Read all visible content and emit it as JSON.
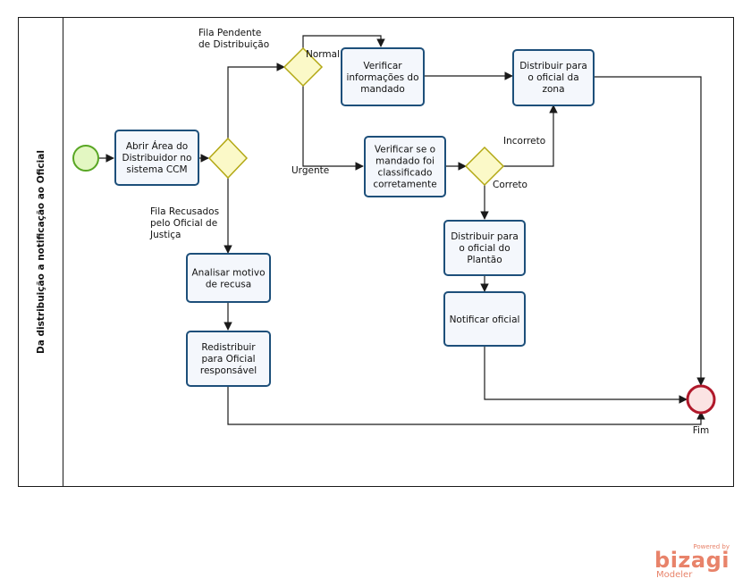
{
  "pool": {
    "title": "Da distribuição a notificação ao Oficial"
  },
  "tasks": [
    {
      "id": "abrir",
      "lines": [
        "Abrir Área do",
        "Distribuidor no",
        "sistema CCM"
      ]
    },
    {
      "id": "analisar",
      "lines": [
        "Analisar motivo",
        "de recusa"
      ]
    },
    {
      "id": "redistribuir",
      "lines": [
        "Redistribuir",
        "para Oficial",
        "responsável"
      ]
    },
    {
      "id": "verificar-info",
      "lines": [
        "Verificar",
        "informações do",
        "mandado"
      ]
    },
    {
      "id": "distribuir-zona",
      "lines": [
        "Distribuir para",
        "o oficial da",
        "zona"
      ]
    },
    {
      "id": "verificar-class",
      "lines": [
        "Verificar se o",
        "mandado foi",
        "classificado",
        "corretamente"
      ]
    },
    {
      "id": "distribuir-plantao",
      "lines": [
        "Distribuir para",
        "o oficial do",
        "Plantão"
      ]
    },
    {
      "id": "notificar",
      "lines": [
        "Notificar oficial"
      ]
    }
  ],
  "labels": {
    "fila_pendente": [
      "Fila Pendente",
      "de Distribuição"
    ],
    "fila_recusados": [
      "Fila Recusados",
      "pelo Oficial de",
      "Justiça"
    ],
    "normal": "Normal",
    "urgente": "Urgente",
    "incorreto": "Incorreto",
    "correto": "Correto",
    "fim": "Fim"
  },
  "colors": {
    "task_border": "#1d4f7a",
    "task_fill": "#f4f7fc",
    "gateway_fill": "#fbf9c8",
    "gateway_border": "#b3a814",
    "start_fill": "#e3f7c2",
    "start_border": "#58a623",
    "end_border": "#b0182a",
    "end_fill": "#fbe3e3",
    "logo": "#e8836a"
  },
  "branding": {
    "powered": "Powered by",
    "brand": "bizagi",
    "product": "Modeler"
  }
}
